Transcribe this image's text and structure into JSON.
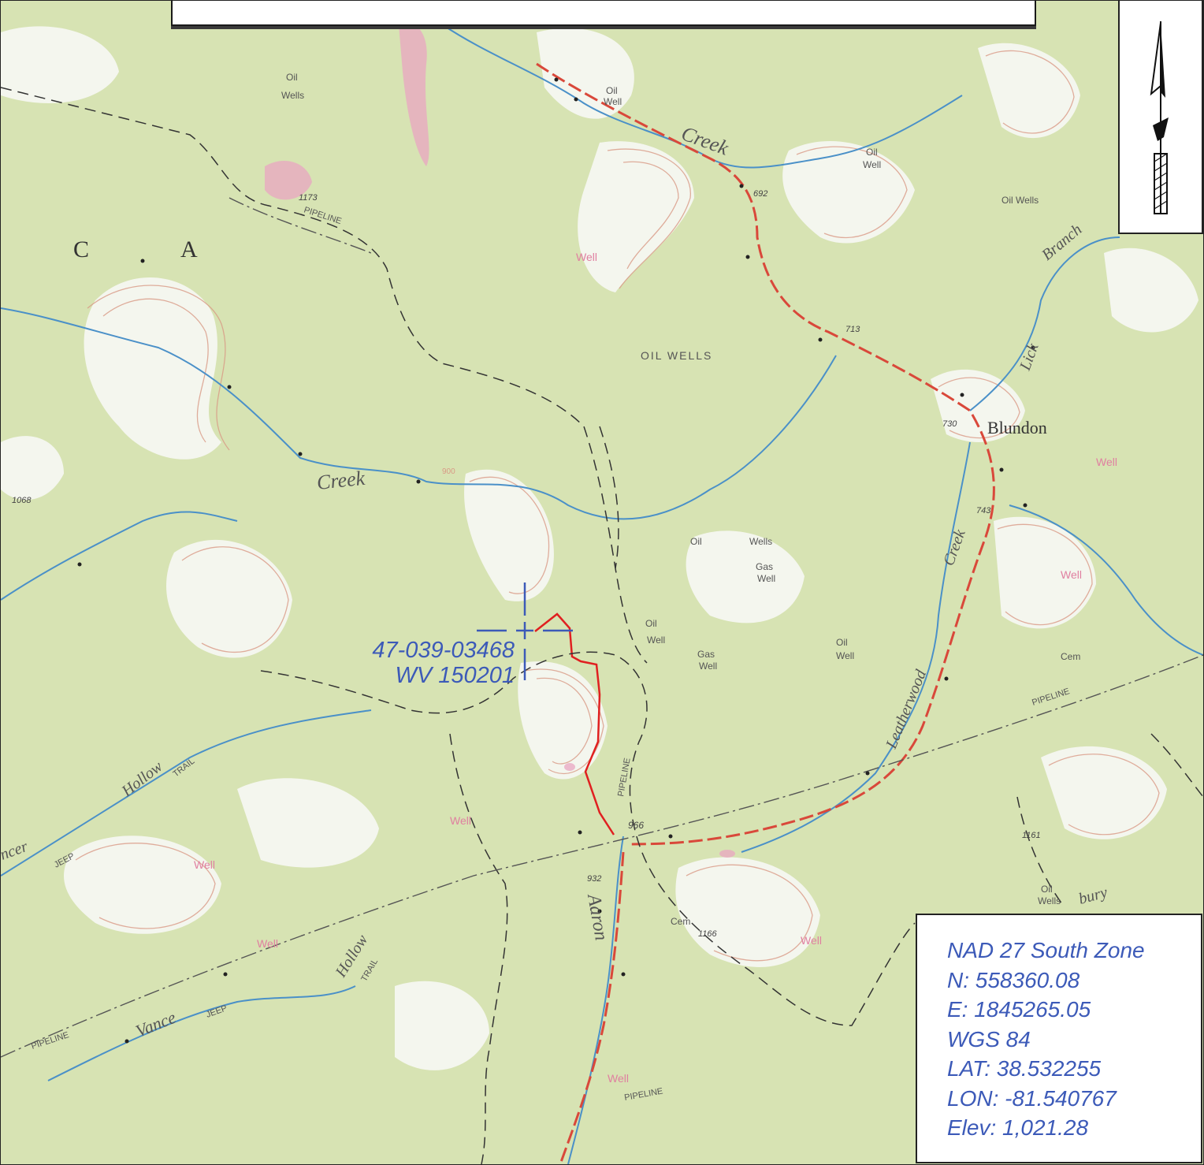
{
  "title": "",
  "well": {
    "api_number": "47-039-03468",
    "permit": "WV 150201"
  },
  "coordinates": {
    "datum": "NAD 27 South Zone",
    "northing": "N: 558360.08",
    "easting": "E: 1845265.05",
    "datum2": "WGS 84",
    "lat": "LAT: 38.532255",
    "lon": "LON: -81.540767",
    "elev": "Elev: 1,021.28"
  },
  "map_labels": {
    "county_c": "C",
    "county_a": "A",
    "creek_top": "Creek",
    "creek_mid": "Creek",
    "creek_right": "Creek",
    "oil_wells_1": "Oil",
    "oil_wells_1b": "Wells",
    "oil_well_2": "Oil",
    "oil_well_2b": "Well",
    "oil_well_3": "Oil",
    "oil_well_3b": "Well",
    "oil_wells_4": "Oil Wells",
    "oil_wells_center": "OIL WELLS",
    "well_1": "Well",
    "well_2": "Well",
    "well_3": "Well",
    "well_4": "Well",
    "well_5": "Well",
    "well_6": "Well",
    "well_7": "Well",
    "well_8": "Well",
    "oil_c": "Oil",
    "wells_c": "Wells",
    "gas_well_1": "Gas",
    "gas_well_1b": "Well",
    "oil_well_c2": "Oil",
    "oil_well_c2b": "Well",
    "gas_well_2": "Gas",
    "gas_well_2b": "Well",
    "oil_well_r": "Oil",
    "oil_well_rb": "Well",
    "oil_wells_br": "Oil",
    "oil_wells_brb": "Wells",
    "branch": "Branch",
    "lick": "Lick",
    "blundon": "Blundon",
    "leatherwood": "Leatherwood",
    "aaron": "Aaron",
    "hollow_1": "Hollow",
    "hollow_2": "Hollow",
    "trail_1": "TRAIL",
    "trail_2": "TRAIL",
    "jeep_1": "JEEP",
    "jeep_2": "JEEP",
    "spencer": "ncer",
    "vance": "Vance",
    "pipeline_1": "PIPELINE",
    "pipeline_2": "PIPELINE",
    "pipeline_3": "PIPELINE",
    "pipeline_4": "PIPELINE",
    "pipeline_5": "PIPELINE",
    "cem_1": "Cem",
    "cem_2": "Cem",
    "bury": "bury",
    "elev_1173": "1173",
    "elev_692": "692",
    "elev_713": "713",
    "elev_730": "730",
    "elev_743": "743",
    "elev_1068": "1068",
    "elev_966": "966",
    "elev_932": "932",
    "elev_1166": "1166",
    "elev_1161": "1161",
    "contour_900": "900"
  },
  "colors": {
    "forest": "#d7e3b3",
    "clearing": "#f6f7f0",
    "contour": "#d99a86",
    "stream": "#4a90c8",
    "road_red": "#d9483a",
    "label_blue": "#3c5ab8",
    "well_pink": "#e07fa0"
  },
  "icons": [
    "north-arrow-icon",
    "well-crosshair-icon"
  ]
}
